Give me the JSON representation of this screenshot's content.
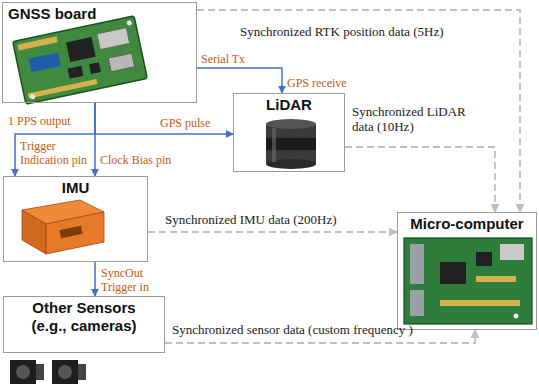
{
  "diagram": {
    "nodes": [
      {
        "text": [
          "GNSS board"
        ]
      },
      {
        "text": [
          "LiDAR"
        ]
      },
      {
        "text": [
          "IMU"
        ]
      },
      {
        "text": [
          "Other Sensors",
          "(e.g., cameras)"
        ]
      },
      {
        "text": [
          "Micro-computer"
        ]
      }
    ],
    "edges": [
      {
        "from": 0,
        "to": 1,
        "arrow": "to",
        "label": "Serial Tx"
      },
      {
        "from": 0,
        "to": 1,
        "arrow": "to",
        "label": "GPS pulse"
      },
      {
        "from": 0,
        "to": 2,
        "arrow": "to"
      },
      {
        "from": 0,
        "to": 2,
        "arrow": "to"
      },
      {
        "from": 2,
        "to": 3,
        "arrow": "to"
      },
      {
        "from": 0,
        "to": 4,
        "arrow": "to",
        "label": "Synchronized RTK position data (5Hz)"
      },
      {
        "from": 1,
        "to": 4,
        "arrow": "to",
        "label": "Synchronized LiDAR data (10Hz)"
      },
      {
        "from": 2,
        "to": 4,
        "arrow": "to",
        "label": "Synchronized IMU data (200Hz)"
      },
      {
        "from": 3,
        "to": 4,
        "arrow": "to",
        "label": "Synchronized sensor data (custom frequency )"
      }
    ],
    "labels": [
      "1 PPS output",
      "Trigger Indication pin",
      "Clock Bias pin",
      "GPS receive",
      "SyncOut",
      "Trigger in"
    ]
  }
}
